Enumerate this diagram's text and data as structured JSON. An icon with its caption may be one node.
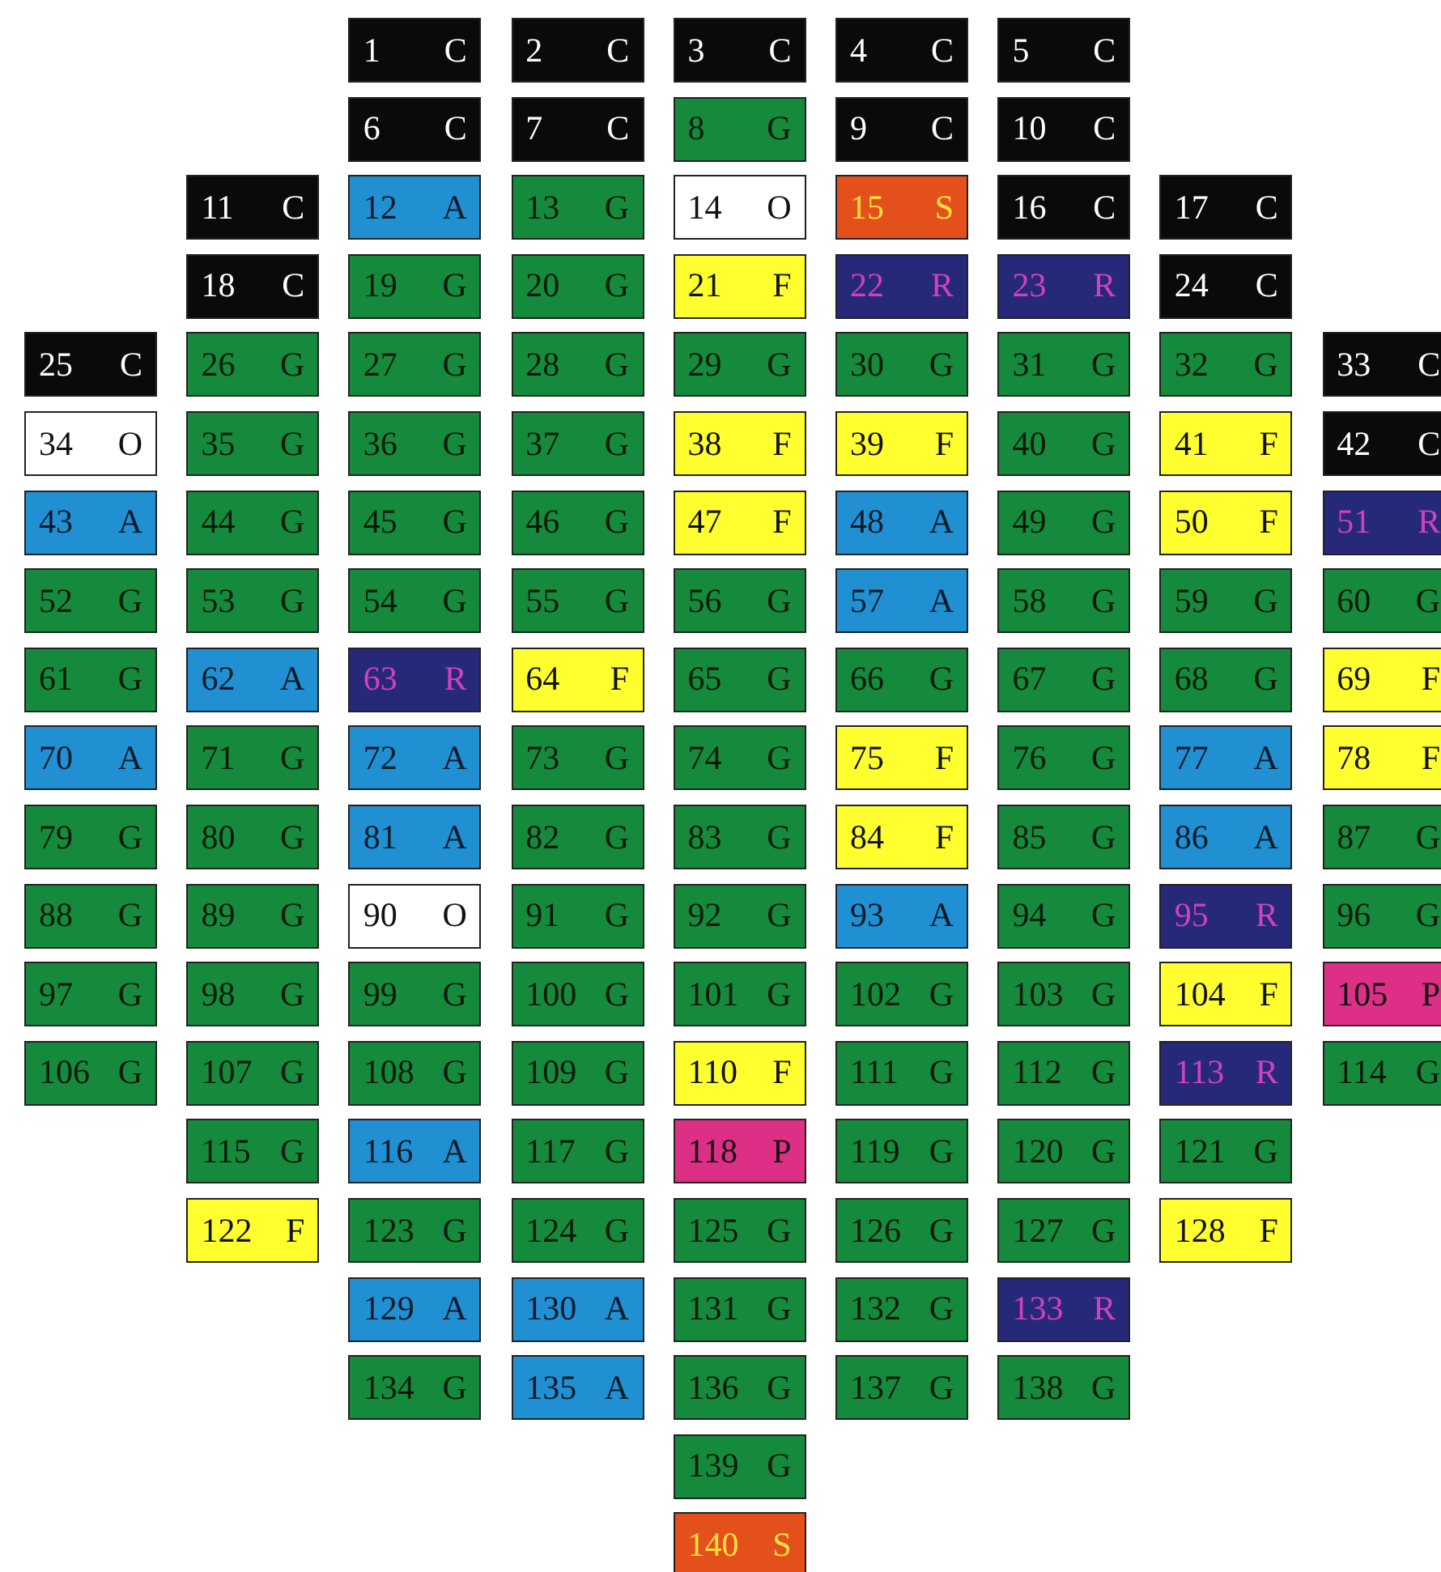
{
  "diagram": {
    "nodes": [
      {
        "text": [
          "1",
          "C"
        ]
      },
      {
        "text": [
          "2",
          "C"
        ]
      },
      {
        "text": [
          "3",
          "C"
        ]
      },
      {
        "text": [
          "4",
          "C"
        ]
      },
      {
        "text": [
          "5",
          "C"
        ]
      },
      {
        "text": [
          "6",
          "C"
        ]
      },
      {
        "text": [
          "7",
          "C"
        ]
      },
      {
        "text": [
          "8",
          "G"
        ]
      },
      {
        "text": [
          "9",
          "C"
        ]
      },
      {
        "text": [
          "10",
          "C"
        ]
      },
      {
        "text": [
          "11",
          "C"
        ]
      },
      {
        "text": [
          "12",
          "A"
        ]
      },
      {
        "text": [
          "13",
          "G"
        ]
      },
      {
        "text": [
          "14",
          "O"
        ]
      },
      {
        "text": [
          "15",
          "S"
        ]
      },
      {
        "text": [
          "16",
          "C"
        ]
      },
      {
        "text": [
          "17",
          "C"
        ]
      },
      {
        "text": [
          "18",
          "C"
        ]
      },
      {
        "text": [
          "19",
          "G"
        ]
      },
      {
        "text": [
          "20",
          "G"
        ]
      },
      {
        "text": [
          "21",
          "F"
        ]
      },
      {
        "text": [
          "22",
          "R"
        ]
      },
      {
        "text": [
          "23",
          "R"
        ]
      },
      {
        "text": [
          "24",
          "C"
        ]
      },
      {
        "text": [
          "25",
          "C"
        ]
      },
      {
        "text": [
          "26",
          "G"
        ]
      },
      {
        "text": [
          "27",
          "G"
        ]
      },
      {
        "text": [
          "28",
          "G"
        ]
      },
      {
        "text": [
          "29",
          "G"
        ]
      },
      {
        "text": [
          "30",
          "G"
        ]
      },
      {
        "text": [
          "31",
          "G"
        ]
      },
      {
        "text": [
          "32",
          "G"
        ]
      },
      {
        "text": [
          "33",
          "C"
        ]
      },
      {
        "text": [
          "34",
          "O"
        ]
      },
      {
        "text": [
          "35",
          "G"
        ]
      },
      {
        "text": [
          "36",
          "G"
        ]
      },
      {
        "text": [
          "37",
          "G"
        ]
      },
      {
        "text": [
          "38",
          "F"
        ]
      },
      {
        "text": [
          "39",
          "F"
        ]
      },
      {
        "text": [
          "40",
          "G"
        ]
      },
      {
        "text": [
          "41",
          "F"
        ]
      },
      {
        "text": [
          "42",
          "C"
        ]
      },
      {
        "text": [
          "43",
          "A"
        ]
      },
      {
        "text": [
          "44",
          "G"
        ]
      },
      {
        "text": [
          "45",
          "G"
        ]
      },
      {
        "text": [
          "46",
          "G"
        ]
      },
      {
        "text": [
          "47",
          "F"
        ]
      },
      {
        "text": [
          "48",
          "A"
        ]
      },
      {
        "text": [
          "49",
          "G"
        ]
      },
      {
        "text": [
          "50",
          "F"
        ]
      },
      {
        "text": [
          "51",
          "R"
        ]
      },
      {
        "text": [
          "52",
          "G"
        ]
      },
      {
        "text": [
          "53",
          "G"
        ]
      },
      {
        "text": [
          "54",
          "G"
        ]
      },
      {
        "text": [
          "55",
          "G"
        ]
      },
      {
        "text": [
          "56",
          "G"
        ]
      },
      {
        "text": [
          "57",
          "A"
        ]
      },
      {
        "text": [
          "58",
          "G"
        ]
      },
      {
        "text": [
          "59",
          "G"
        ]
      },
      {
        "text": [
          "60",
          "G"
        ]
      },
      {
        "text": [
          "61",
          "G"
        ]
      },
      {
        "text": [
          "62",
          "A"
        ]
      },
      {
        "text": [
          "63",
          "R"
        ]
      },
      {
        "text": [
          "64",
          "F"
        ]
      },
      {
        "text": [
          "65",
          "G"
        ]
      },
      {
        "text": [
          "66",
          "G"
        ]
      },
      {
        "text": [
          "67",
          "G"
        ]
      },
      {
        "text": [
          "68",
          "G"
        ]
      },
      {
        "text": [
          "69",
          "F"
        ]
      },
      {
        "text": [
          "70",
          "A"
        ]
      },
      {
        "text": [
          "71",
          "G"
        ]
      },
      {
        "text": [
          "72",
          "A"
        ]
      },
      {
        "text": [
          "73",
          "G"
        ]
      },
      {
        "text": [
          "74",
          "G"
        ]
      },
      {
        "text": [
          "75",
          "F"
        ]
      },
      {
        "text": [
          "76",
          "G"
        ]
      },
      {
        "text": [
          "77",
          "A"
        ]
      },
      {
        "text": [
          "78",
          "F"
        ]
      },
      {
        "text": [
          "79",
          "G"
        ]
      },
      {
        "text": [
          "80",
          "G"
        ]
      },
      {
        "text": [
          "81",
          "A"
        ]
      },
      {
        "text": [
          "82",
          "G"
        ]
      },
      {
        "text": [
          "83",
          "G"
        ]
      },
      {
        "text": [
          "84",
          "F"
        ]
      },
      {
        "text": [
          "85",
          "G"
        ]
      },
      {
        "text": [
          "86",
          "A"
        ]
      },
      {
        "text": [
          "87",
          "G"
        ]
      },
      {
        "text": [
          "88",
          "G"
        ]
      },
      {
        "text": [
          "89",
          "G"
        ]
      },
      {
        "text": [
          "90",
          "O"
        ]
      },
      {
        "text": [
          "91",
          "G"
        ]
      },
      {
        "text": [
          "92",
          "G"
        ]
      },
      {
        "text": [
          "93",
          "A"
        ]
      },
      {
        "text": [
          "94",
          "G"
        ]
      },
      {
        "text": [
          "95",
          "R"
        ]
      },
      {
        "text": [
          "96",
          "G"
        ]
      },
      {
        "text": [
          "97",
          "G"
        ]
      },
      {
        "text": [
          "98",
          "G"
        ]
      },
      {
        "text": [
          "99",
          "G"
        ]
      },
      {
        "text": [
          "100",
          "G"
        ]
      },
      {
        "text": [
          "101",
          "G"
        ]
      },
      {
        "text": [
          "102",
          "G"
        ]
      },
      {
        "text": [
          "103",
          "G"
        ]
      },
      {
        "text": [
          "104",
          "F"
        ]
      },
      {
        "text": [
          "105",
          "P"
        ]
      },
      {
        "text": [
          "106",
          "G"
        ]
      },
      {
        "text": [
          "107",
          "G"
        ]
      },
      {
        "text": [
          "108",
          "G"
        ]
      },
      {
        "text": [
          "109",
          "G"
        ]
      },
      {
        "text": [
          "110",
          "F"
        ]
      },
      {
        "text": [
          "111",
          "G"
        ]
      },
      {
        "text": [
          "112",
          "G"
        ]
      },
      {
        "text": [
          "113",
          "R"
        ]
      },
      {
        "text": [
          "114",
          "G"
        ]
      },
      {
        "text": [
          "115",
          "G"
        ]
      },
      {
        "text": [
          "116",
          "A"
        ]
      },
      {
        "text": [
          "117",
          "G"
        ]
      },
      {
        "text": [
          "118",
          "P"
        ]
      },
      {
        "text": [
          "119",
          "G"
        ]
      },
      {
        "text": [
          "120",
          "G"
        ]
      },
      {
        "text": [
          "121",
          "G"
        ]
      },
      {
        "text": [
          "122",
          "F"
        ]
      },
      {
        "text": [
          "123",
          "G"
        ]
      },
      {
        "text": [
          "124",
          "G"
        ]
      },
      {
        "text": [
          "125",
          "G"
        ]
      },
      {
        "text": [
          "126",
          "G"
        ]
      },
      {
        "text": [
          "127",
          "G"
        ]
      },
      {
        "text": [
          "128",
          "F"
        ]
      },
      {
        "text": [
          "129",
          "A"
        ]
      },
      {
        "text": [
          "130",
          "A"
        ]
      },
      {
        "text": [
          "131",
          "G"
        ]
      },
      {
        "text": [
          "132",
          "G"
        ]
      },
      {
        "text": [
          "133",
          "R"
        ]
      },
      {
        "text": [
          "134",
          "G"
        ]
      },
      {
        "text": [
          "135",
          "A"
        ]
      },
      {
        "text": [
          "136",
          "G"
        ]
      },
      {
        "text": [
          "137",
          "G"
        ]
      },
      {
        "text": [
          "138",
          "G"
        ]
      },
      {
        "text": [
          "139",
          "G"
        ]
      },
      {
        "text": [
          "140",
          "S"
        ]
      }
    ]
  }
}
